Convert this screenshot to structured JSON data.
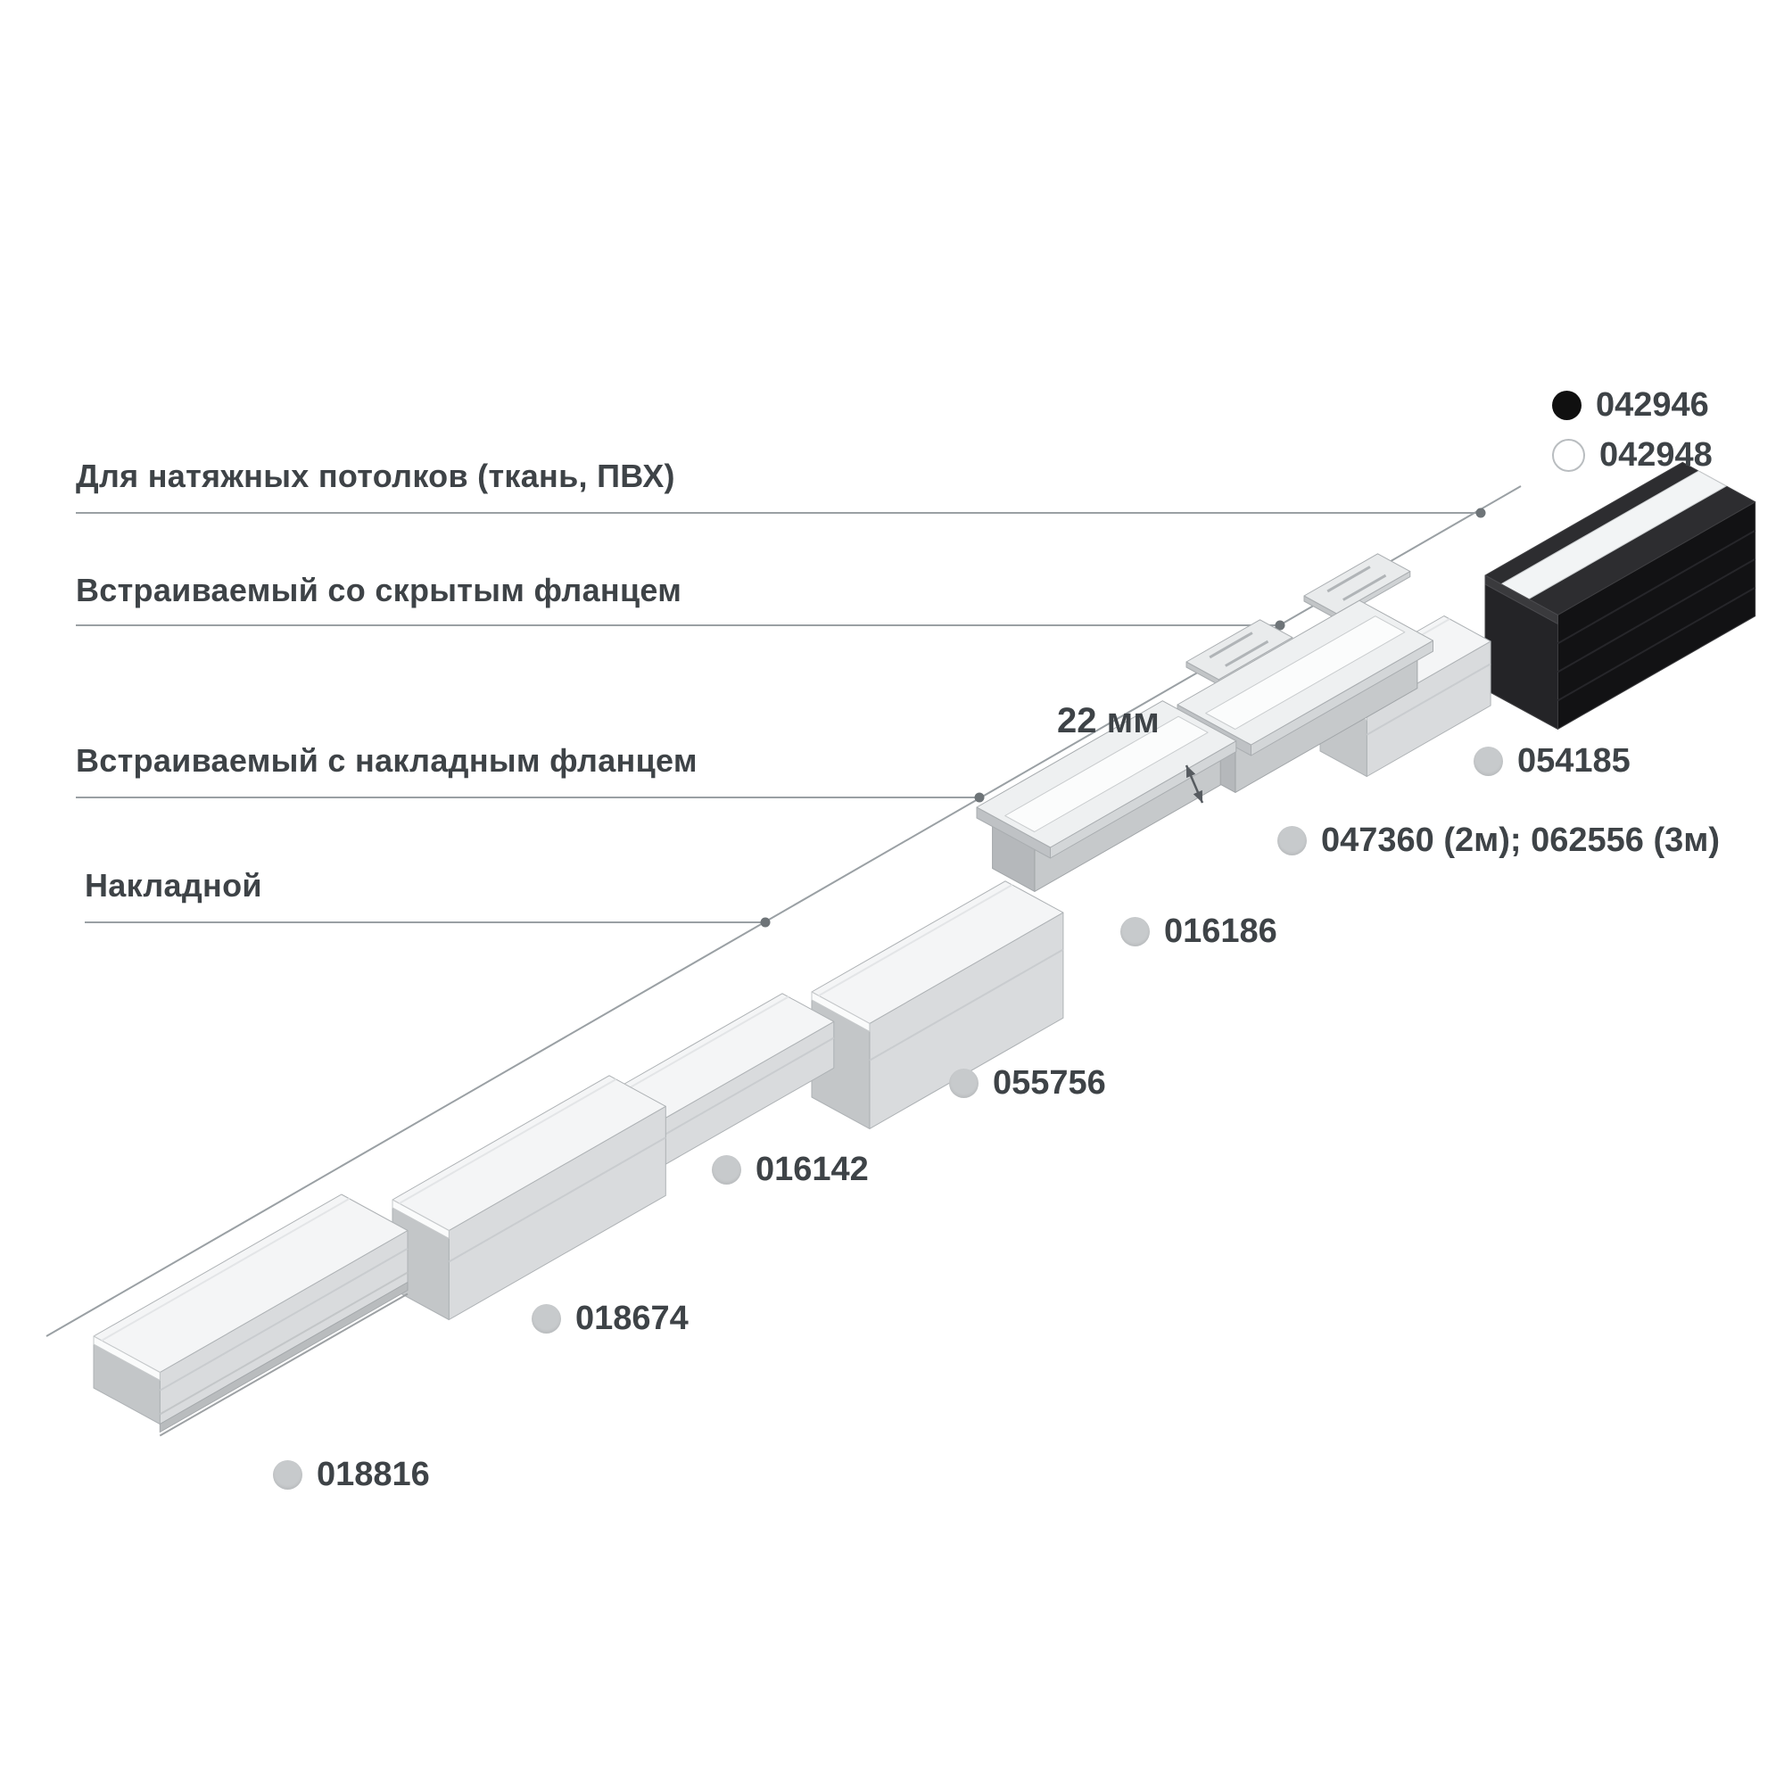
{
  "categories": [
    {
      "label": "Для натяжных потолков (ткань, ПВХ)"
    },
    {
      "label": "Встраиваемый со скрытым фланцем"
    },
    {
      "label": "Встраиваемый с накладным фланцем"
    },
    {
      "label": "Накладной"
    }
  ],
  "products": [
    {
      "code": "018816",
      "marker_color": "#c7cacc"
    },
    {
      "code": "018674",
      "marker_color": "#c7cacc"
    },
    {
      "code": "016142",
      "marker_color": "#c7cacc"
    },
    {
      "code": "055756",
      "marker_color": "#c7cacc"
    },
    {
      "code": "016186",
      "marker_color": "#c7cacc"
    },
    {
      "code": "047360 (2м); 062556 (3м)",
      "marker_color": "#c7cacc"
    },
    {
      "code": "054185",
      "marker_color": "#c7cacc"
    }
  ],
  "legend": [
    {
      "code": "042946",
      "marker_color": "#101010"
    },
    {
      "code": "042948",
      "marker_color": "#ffffff"
    }
  ],
  "dimension_label": "22 мм",
  "colors": {
    "text": "#3e4347",
    "leader_line": "#9aa0a4",
    "leader_dot": "#6e7478",
    "profile_light": "#d9dbdd",
    "profile_dark": "#121214"
  }
}
